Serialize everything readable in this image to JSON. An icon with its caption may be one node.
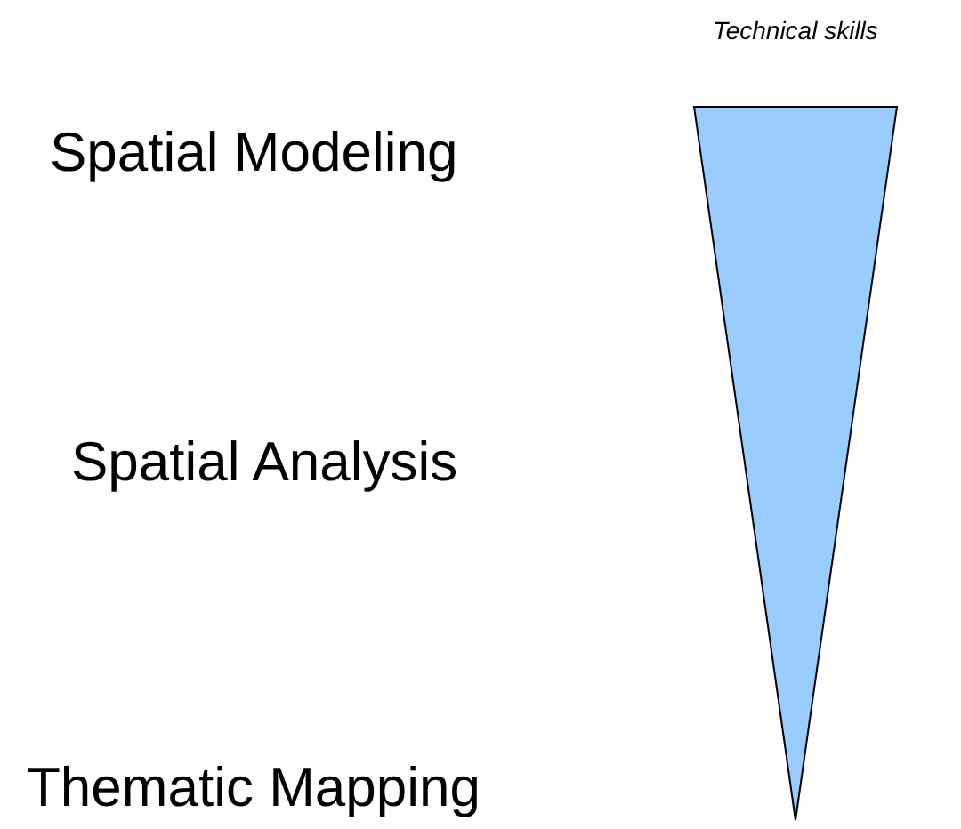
{
  "diagram": {
    "nodes": [
      {
        "text": [
          "Technical skills"
        ]
      }
    ],
    "labels": [
      "Spatial Modeling",
      "Spatial Analysis",
      "Thematic Mapping"
    ]
  }
}
